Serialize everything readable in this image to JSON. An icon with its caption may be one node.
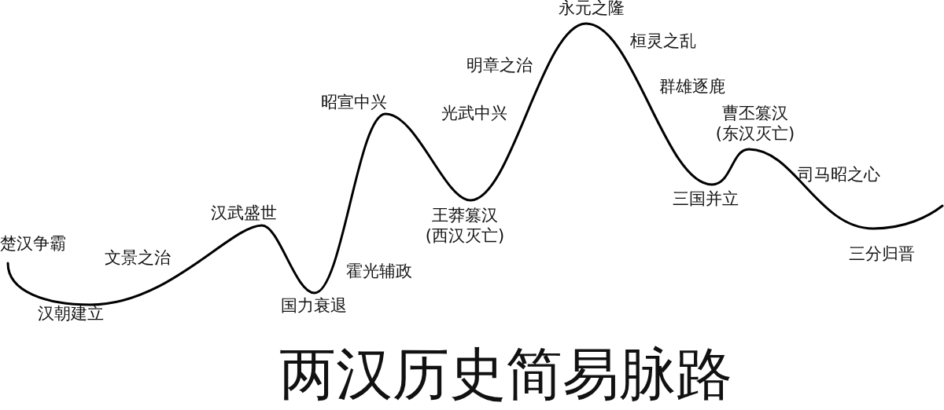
{
  "diagram": {
    "title": "两汉历史简易脉路",
    "labels": [
      "楚汉争霸",
      "汉朝建立",
      "文景之治",
      "汉武盛世",
      "国力衰退",
      "霍光辅政",
      "昭宣中兴",
      "王莽篡汉(西汉灭亡)",
      "光武中兴",
      "明章之治",
      "永元之隆",
      "桓灵之乱",
      "群雄逐鹿",
      "曹丕篡汉(东汉灭亡)",
      "三国并立",
      "司马昭之心",
      "三分归晋"
    ]
  }
}
